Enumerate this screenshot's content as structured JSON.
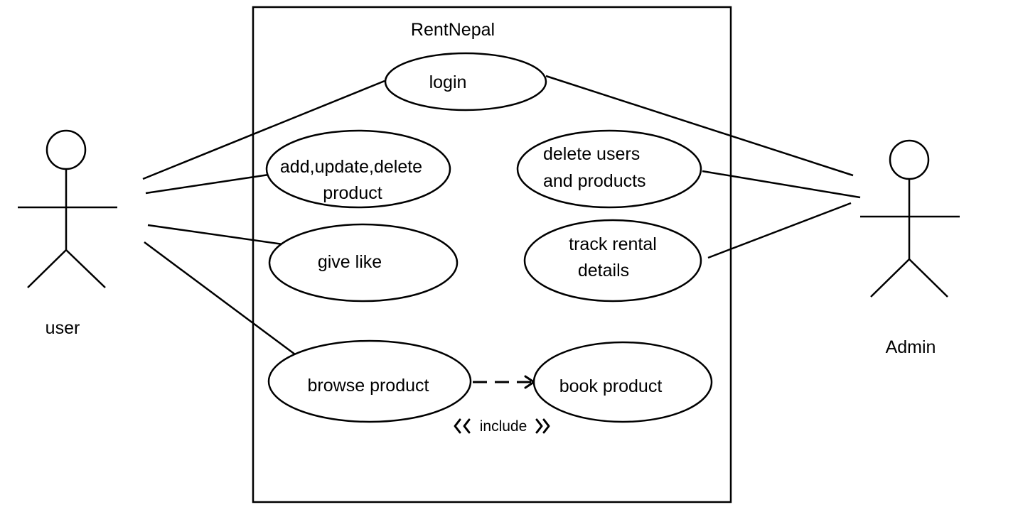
{
  "system": {
    "title": "RentNepal"
  },
  "actors": [
    {
      "id": "user",
      "label": "user"
    },
    {
      "id": "admin",
      "label": "Admin"
    }
  ],
  "use_cases": [
    {
      "id": "login",
      "lines": [
        "login"
      ]
    },
    {
      "id": "manage-products",
      "lines": [
        "add,update,delete",
        "product"
      ]
    },
    {
      "id": "give-like",
      "lines": [
        "give like"
      ]
    },
    {
      "id": "browse-product",
      "lines": [
        "browse product"
      ]
    },
    {
      "id": "delete-users-products",
      "lines": [
        "delete users",
        "and products"
      ]
    },
    {
      "id": "track-rental",
      "lines": [
        "track rental",
        "details"
      ]
    },
    {
      "id": "book-product",
      "lines": [
        "book product"
      ]
    }
  ],
  "relationships": [
    {
      "from": "user",
      "to": "login",
      "type": "association"
    },
    {
      "from": "user",
      "to": "manage-products",
      "type": "association"
    },
    {
      "from": "user",
      "to": "give-like",
      "type": "association"
    },
    {
      "from": "user",
      "to": "browse-product",
      "type": "association"
    },
    {
      "from": "admin",
      "to": "login",
      "type": "association"
    },
    {
      "from": "admin",
      "to": "delete-users-products",
      "type": "association"
    },
    {
      "from": "admin",
      "to": "track-rental",
      "type": "association"
    },
    {
      "from": "browse-product",
      "to": "book-product",
      "type": "include",
      "label": "include"
    }
  ]
}
